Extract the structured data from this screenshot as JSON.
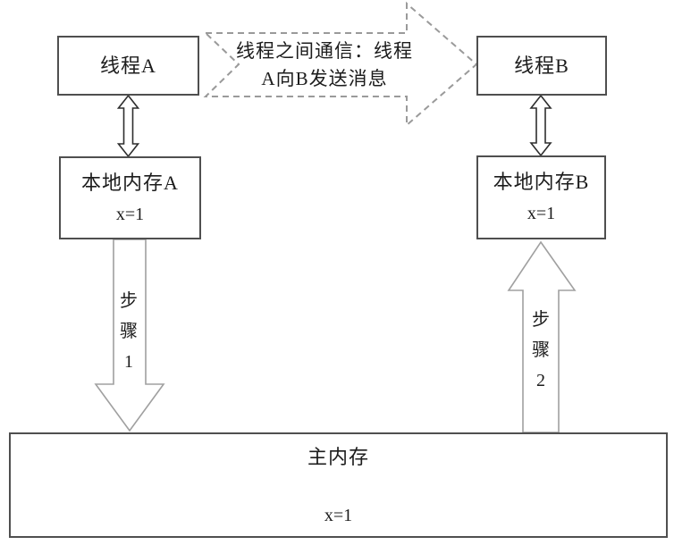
{
  "diagram": {
    "title_hint": "JMM thread communication diagram",
    "thread_a": {
      "label": "线程A"
    },
    "thread_b": {
      "label": "线程B"
    },
    "local_memory_a": {
      "label": "本地内存A",
      "value": "x=1"
    },
    "local_memory_b": {
      "label": "本地内存B",
      "value": "x=1"
    },
    "main_memory": {
      "label": "主内存",
      "value": "x=1"
    },
    "communication_arrow": {
      "label": "线程之间通信：线程\nA向B发送消息"
    },
    "step_1_arrow": {
      "label": "步\n骤\n1"
    },
    "step_2_arrow": {
      "label": "步\n骤\n2"
    },
    "colors": {
      "box_border": "#4f4f4f",
      "step_arrow_outline": "#a0a0a0",
      "double_arrow_outline": "#2e2e2e",
      "dashed_arrow_outline": "#9a9a9a",
      "text": "#1c1c1c",
      "background": "#ffffff"
    }
  }
}
